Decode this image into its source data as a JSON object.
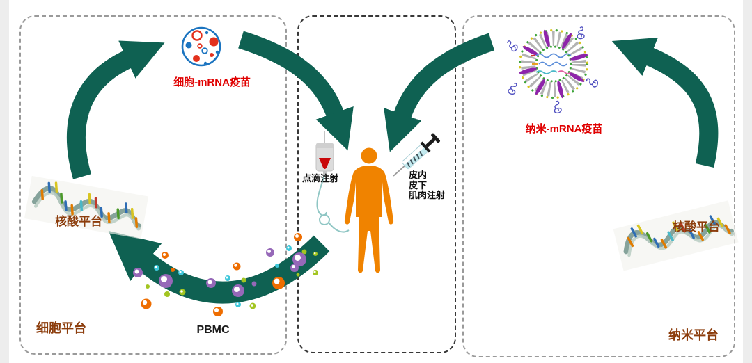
{
  "diagram": {
    "left_panel": {
      "vaccine_label": "细胞-mRNA疫苗",
      "nucleic_platform_label": "核酸平台",
      "pbmc_label": "PBMC",
      "platform_label": "细胞平台"
    },
    "middle_panel": {
      "drip_injection_label": "点滴注射",
      "injection_route_lines": [
        "皮内",
        "皮下",
        "肌肉注射"
      ]
    },
    "right_panel": {
      "vaccine_label": "纳米-mRNA疫苗",
      "nucleic_platform_label": "核酸平台",
      "platform_label": "纳米平台"
    },
    "icons": [
      "cell-mrna-vaccine-icon",
      "lnp-mrna-vaccine-icon",
      "rna-helix-icon",
      "iv-drip-bag-icon",
      "syringe-icon",
      "human-body-icon",
      "pbmc-cells-icon",
      "cycle-arrow-icon"
    ],
    "colors": {
      "arrow_green": "#0f6152",
      "vaccine_label_red": "#e00000",
      "platform_label_brown": "#8c3d0c",
      "body_orange": "#f08300",
      "panel_dash_gray": "#9a9a9a",
      "panel_dash_dark": "#383838",
      "cell_circle_blue": "#1b74c0",
      "cell_dot_red": "#e3311d",
      "pbmc_orange": "#ee6d00",
      "pbmc_purple": "#9668b8",
      "pbmc_cyan": "#3ec7da",
      "pbmc_lime": "#a3c521",
      "iv_blood_red": "#c9080a",
      "syringe_cyan": "#c2e9ee"
    }
  }
}
